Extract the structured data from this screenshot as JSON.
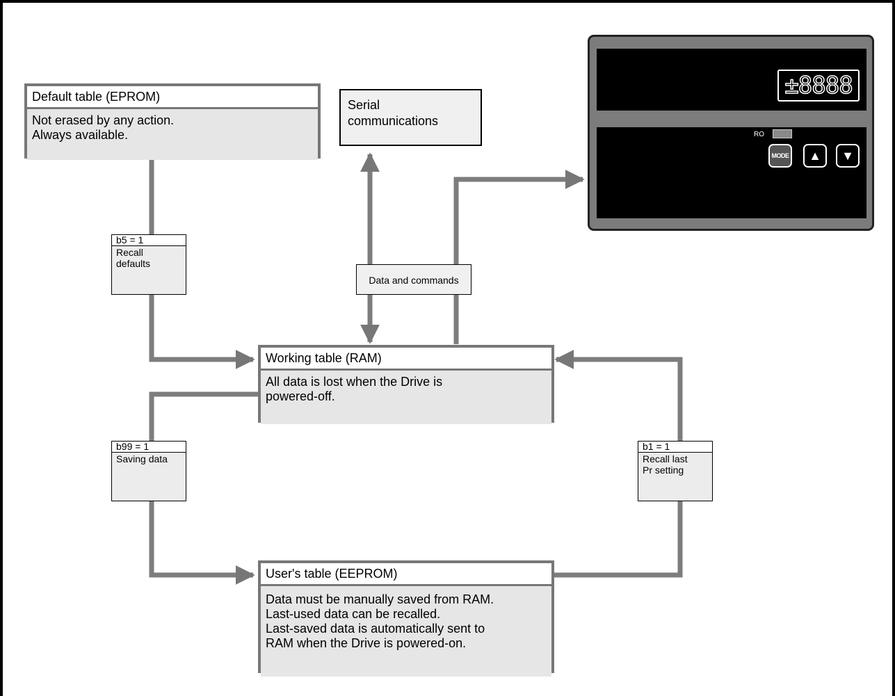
{
  "default_table": {
    "title": "Default table (EPROM)",
    "lines": [
      "Not erased by any action.",
      "Always available."
    ]
  },
  "serial": {
    "lines": [
      "Serial",
      "communications"
    ]
  },
  "data_commands": "Data and commands",
  "working_table": {
    "title": "Working table (RAM)",
    "lines": [
      "All data is lost when the Drive is",
      "powered-off."
    ]
  },
  "users_table": {
    "title": "User's table (EEPROM)",
    "lines": [
      "Data must be manually saved from RAM.",
      "Last-used data can be recalled.",
      "Last-saved data is automatically sent to",
      "RAM when the Drive is powered-on."
    ]
  },
  "conditions": {
    "b5": {
      "title": "b5 = 1",
      "lines": [
        "Recall",
        "defaults"
      ]
    },
    "b99": {
      "title": "b99 = 1",
      "lines": [
        "Saving data"
      ]
    },
    "b1": {
      "title": "b1 = 1",
      "lines": [
        "Recall last",
        "Pr setting"
      ]
    }
  },
  "keypad": {
    "digits": "±8888",
    "ro_label": "RO",
    "mode_button": "MODE",
    "up_button": "▲",
    "down_button": "▼"
  }
}
